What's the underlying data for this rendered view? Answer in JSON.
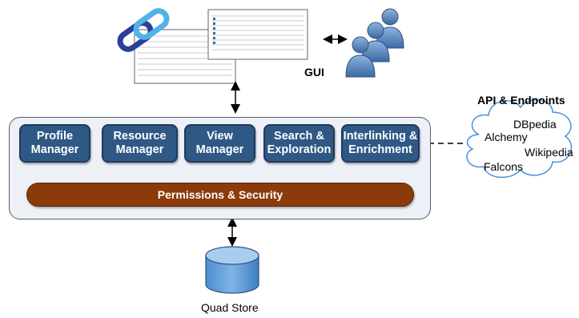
{
  "gui_label": "GUI",
  "api_label": "API & Endpoints",
  "modules": [
    {
      "label": "Profile\nManager"
    },
    {
      "label": "Resource\nManager"
    },
    {
      "label": "View\nManager"
    },
    {
      "label": "Search &\nExploration"
    },
    {
      "label": "Interlinking &\nEnrichment"
    }
  ],
  "permissions_label": "Permissions & Security",
  "store_label": "Quad Store",
  "endpoints": [
    "DBpedia",
    "Alchemy",
    "Wikipedia",
    "Falcons"
  ],
  "colors": {
    "module_fill": "#2f5885",
    "permissions_fill": "#8b3b0a",
    "system_fill": "#eef0f7",
    "cloud_stroke": "#4a90d9",
    "db_fill": "#5b9bd5",
    "users_fill": "#4a76ab"
  },
  "icons": [
    "chain-link-logo",
    "gui-screenshot",
    "users-icon",
    "database-icon",
    "cloud-icon"
  ]
}
